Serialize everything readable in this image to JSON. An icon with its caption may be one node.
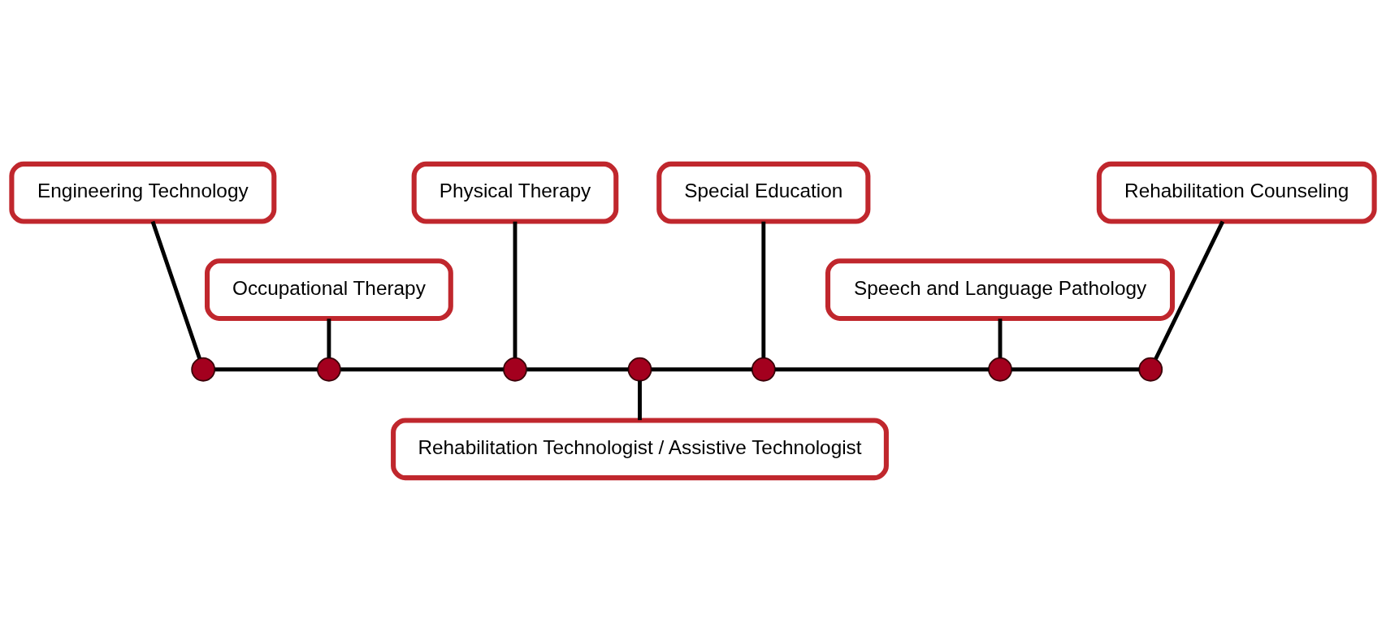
{
  "diagram": {
    "nodes": [
      {
        "text": [
          "Engineering Technology"
        ]
      },
      {
        "text": [
          "Physical Therapy"
        ]
      },
      {
        "text": [
          "Special Education"
        ]
      },
      {
        "text": [
          "Rehabilitation Counseling"
        ]
      },
      {
        "text": [
          "Occupational Therapy"
        ]
      },
      {
        "text": [
          "Speech and Language Pathology"
        ]
      },
      {
        "text": [],
        "shape": "circle"
      },
      {
        "text": [],
        "shape": "circle"
      },
      {
        "text": [],
        "shape": "circle"
      },
      {
        "text": [],
        "shape": "circle"
      },
      {
        "text": [],
        "shape": "circle"
      },
      {
        "text": [],
        "shape": "circle"
      },
      {
        "text": [],
        "shape": "circle"
      },
      {
        "text": [
          "Rehabilitation Technologist / Assistive Technologist"
        ]
      }
    ],
    "edges": [
      {
        "from": 0,
        "to": 6,
        "arrow": "none"
      },
      {
        "from": 4,
        "to": 7,
        "arrow": "none"
      },
      {
        "from": 1,
        "to": 8,
        "arrow": "none"
      },
      {
        "from": 2,
        "to": 10,
        "arrow": "none"
      },
      {
        "from": 5,
        "to": 11,
        "arrow": "none"
      },
      {
        "from": 3,
        "to": 12,
        "arrow": "none"
      },
      {
        "from": 6,
        "to": 7,
        "arrow": "none"
      },
      {
        "from": 7,
        "to": 8,
        "arrow": "none"
      },
      {
        "from": 8,
        "to": 9,
        "arrow": "none"
      },
      {
        "from": 9,
        "to": 10,
        "arrow": "none"
      },
      {
        "from": 10,
        "to": 11,
        "arrow": "none"
      },
      {
        "from": 11,
        "to": 12,
        "arrow": "none"
      },
      {
        "from": 9,
        "to": 13,
        "arrow": "none"
      }
    ]
  }
}
